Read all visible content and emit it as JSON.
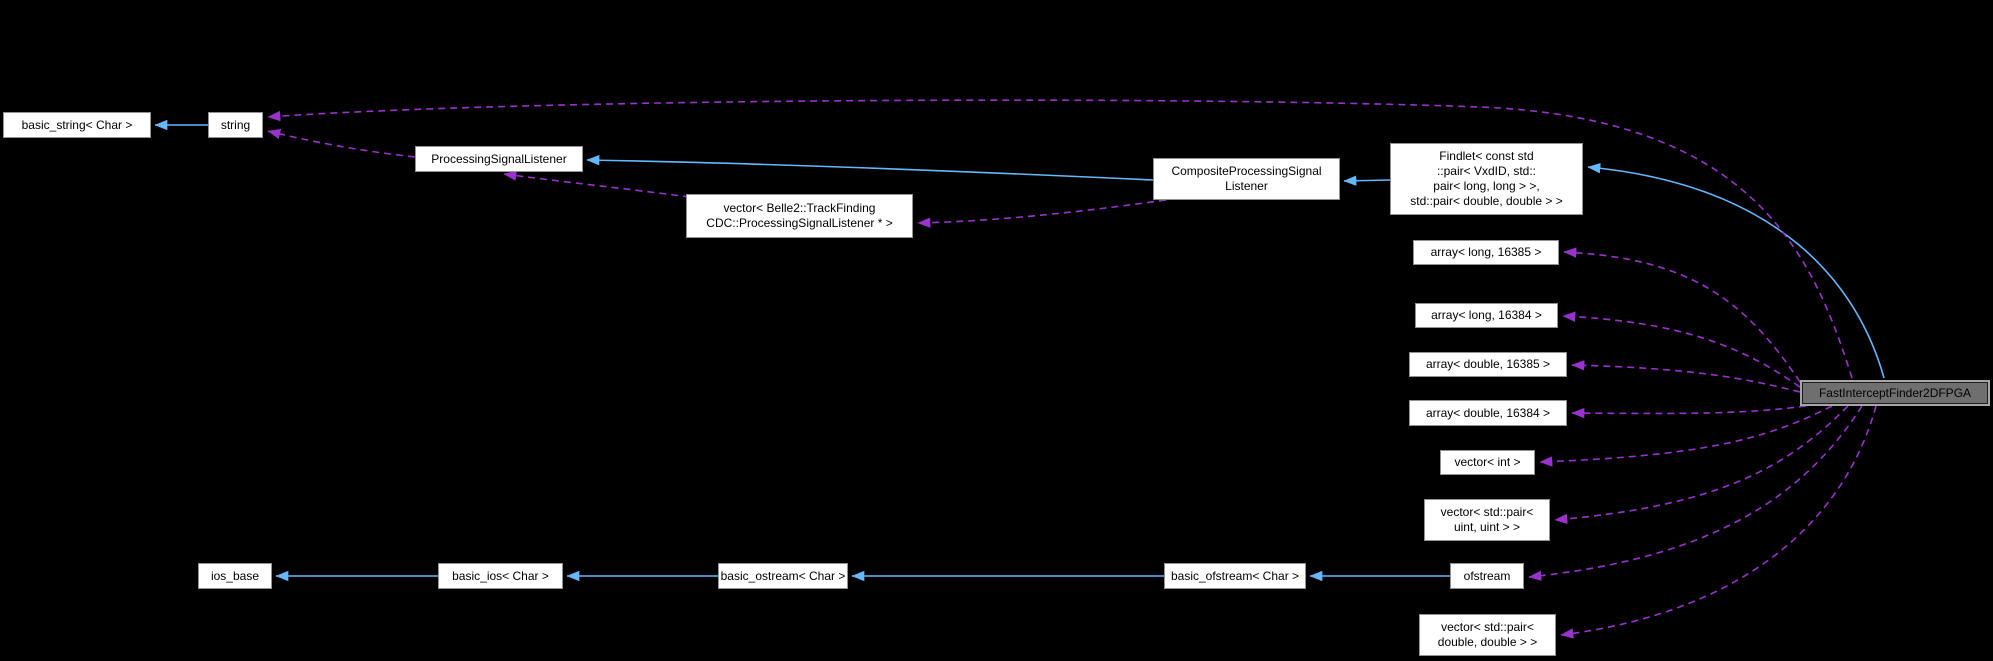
{
  "diagram": {
    "kind": "collaboration-graph",
    "background": "#000000",
    "colors": {
      "inheritance_edge": "#63b8ff",
      "usage_edge": "#9a32cd",
      "node_fill": "#ffffff",
      "node_border": "#929292",
      "highlight_node_fill": "#6f6f6f",
      "text": "#000000"
    }
  },
  "nodes": {
    "basic_string": {
      "label": "basic_string< Char >"
    },
    "string": {
      "label": "string"
    },
    "psl": {
      "label": "ProcessingSignalListener"
    },
    "vector_psl": {
      "label": "vector< Belle2::TrackFinding\nCDC::ProcessingSignalListener * >"
    },
    "composite": {
      "label": "CompositeProcessingSignal\nListener"
    },
    "findlet": {
      "label": "Findlet< const std\n::pair< VxdID, std::\npair< long, long > >,\nstd::pair< double, double > >"
    },
    "array_long_16385": {
      "label": "array< long, 16385 >"
    },
    "array_long_16384": {
      "label": "array< long, 16384 >"
    },
    "array_double_16385": {
      "label": "array< double, 16385 >"
    },
    "array_double_16384": {
      "label": "array< double, 16384 >"
    },
    "vector_int": {
      "label": "vector< int >"
    },
    "vector_pair_uint": {
      "label": "vector< std::pair<\nuint, uint > >"
    },
    "ios_base": {
      "label": "ios_base"
    },
    "basic_ios": {
      "label": "basic_ios< Char >"
    },
    "basic_ostream": {
      "label": "basic_ostream< Char >"
    },
    "basic_ofstream": {
      "label": "basic_ofstream< Char >"
    },
    "ofstream": {
      "label": "ofstream"
    },
    "vector_pair_double": {
      "label": "vector< std::pair<\ndouble, double > >"
    },
    "main": {
      "label": "FastInterceptFinder2DFPGA"
    }
  },
  "edges": [
    {
      "from": "string",
      "to": "basic_string",
      "type": "inheritance"
    },
    {
      "from": "composite",
      "to": "psl",
      "type": "inheritance"
    },
    {
      "from": "findlet",
      "to": "composite",
      "type": "inheritance"
    },
    {
      "from": "main",
      "to": "findlet",
      "type": "inheritance"
    },
    {
      "from": "basic_ios",
      "to": "ios_base",
      "type": "inheritance"
    },
    {
      "from": "basic_ostream",
      "to": "basic_ios",
      "type": "inheritance"
    },
    {
      "from": "basic_ofstream",
      "to": "basic_ostream",
      "type": "inheritance"
    },
    {
      "from": "ofstream",
      "to": "basic_ofstream",
      "type": "inheritance"
    },
    {
      "from": "main",
      "to": "string",
      "type": "usage"
    },
    {
      "from": "psl",
      "to": "string",
      "type": "usage"
    },
    {
      "from": "vector_psl",
      "to": "psl",
      "type": "usage"
    },
    {
      "from": "composite",
      "to": "vector_psl",
      "type": "usage"
    },
    {
      "from": "main",
      "to": "array_long_16385",
      "type": "usage"
    },
    {
      "from": "main",
      "to": "array_long_16384",
      "type": "usage"
    },
    {
      "from": "main",
      "to": "array_double_16385",
      "type": "usage"
    },
    {
      "from": "main",
      "to": "array_double_16384",
      "type": "usage"
    },
    {
      "from": "main",
      "to": "vector_int",
      "type": "usage"
    },
    {
      "from": "main",
      "to": "vector_pair_uint",
      "type": "usage"
    },
    {
      "from": "main",
      "to": "ofstream",
      "type": "usage"
    },
    {
      "from": "main",
      "to": "vector_pair_double",
      "type": "usage"
    }
  ]
}
